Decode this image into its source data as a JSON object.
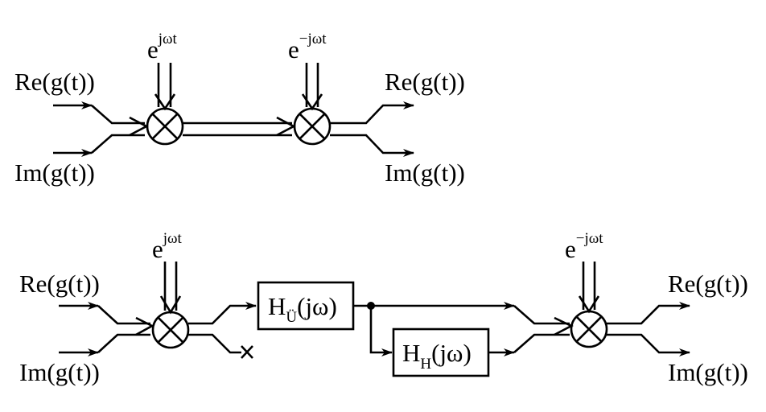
{
  "diagram": {
    "type": "signal-flow block diagram",
    "colors": {
      "stroke": "#000000",
      "background": "#ffffff"
    },
    "top": {
      "inputs": [
        {
          "prefix": "Re(",
          "var": "g",
          "suffix": "(t))"
        },
        {
          "prefix": "Im(",
          "var": "g",
          "suffix": "(t))"
        }
      ],
      "mixer_in": {
        "base": "e",
        "exponent": "jωt",
        "symbol": "⊗"
      },
      "mixer_out": {
        "base": "e",
        "exponent": "−jωt",
        "symbol": "⊗"
      },
      "outputs": [
        {
          "prefix": "Re(",
          "var": "g",
          "suffix": "(t))"
        },
        {
          "prefix": "Im(",
          "var": "g",
          "suffix": "(t))"
        }
      ]
    },
    "bottom": {
      "inputs": [
        {
          "prefix": "Re(",
          "var": "g",
          "suffix": "(t))"
        },
        {
          "prefix": "Im(",
          "var": "g",
          "suffix": "(t))"
        }
      ],
      "mixer_in": {
        "base": "e",
        "exponent": "jωt",
        "symbol": "⊗"
      },
      "block_transfer": {
        "name": "H",
        "subscript": "Ü",
        "arg": "(jω)"
      },
      "block_hilbert": {
        "name": "H",
        "subscript": "H",
        "arg": "(jω)"
      },
      "terminated_branch": "×",
      "mixer_out": {
        "base": "e",
        "exponent": "−jωt",
        "symbol": "⊗"
      },
      "outputs": [
        {
          "prefix": "Re(",
          "var": "g",
          "suffix": "(t))"
        },
        {
          "prefix": "Im(",
          "var": "g",
          "suffix": "(t))"
        }
      ]
    }
  }
}
